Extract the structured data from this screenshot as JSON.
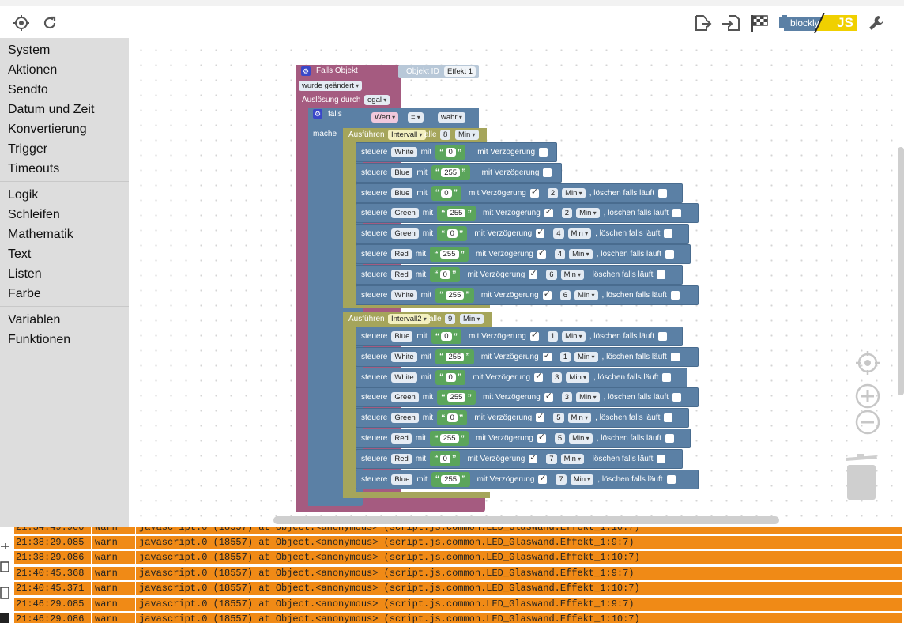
{
  "sidebar": {
    "groups": [
      [
        "System",
        "Aktionen",
        "Sendto",
        "Datum und Zeit",
        "Konvertierung",
        "Trigger",
        "Timeouts"
      ],
      [
        "Logik",
        "Schleifen",
        "Mathematik",
        "Text",
        "Listen",
        "Farbe"
      ],
      [
        "Variablen",
        "Funktionen"
      ]
    ]
  },
  "toolbar": {
    "lang_blockly": "blockly",
    "lang_js": "JS",
    "icons": [
      "target-icon",
      "refresh-icon",
      "export-icon",
      "import-icon",
      "checkered-flag-icon",
      "wrench-icon"
    ]
  },
  "event_block": {
    "title": "Falls Objekt",
    "objekt_id_label": "Objekt ID",
    "objekt_id_value": "Effekt 1",
    "trigger_dropdown": "wurde geändert",
    "ausloesung_label": "Auslösung durch",
    "ausloesung_value": "egal"
  },
  "if_block": {
    "label": "falls",
    "mache": "mache",
    "cond_left": "Wert",
    "cond_op": "=",
    "cond_right": "wahr"
  },
  "loops": [
    {
      "label": "Ausführen",
      "name": "Intervall",
      "alle": "alle",
      "value": "8",
      "unit": "Min",
      "rows": [
        {
          "target": "White",
          "value": "0",
          "checked": false
        },
        {
          "target": "Blue",
          "value": "255",
          "checked": false
        },
        {
          "target": "Blue",
          "value": "0",
          "checked": true,
          "delay": "2",
          "unit": "Min"
        },
        {
          "target": "Green",
          "value": "255",
          "checked": true,
          "delay": "2",
          "unit": "Min"
        },
        {
          "target": "Green",
          "value": "0",
          "checked": true,
          "delay": "4",
          "unit": "Min"
        },
        {
          "target": "Red",
          "value": "255",
          "checked": true,
          "delay": "4",
          "unit": "Min"
        },
        {
          "target": "Red",
          "value": "0",
          "checked": true,
          "delay": "6",
          "unit": "Min"
        },
        {
          "target": "White",
          "value": "255",
          "checked": true,
          "delay": "6",
          "unit": "Min"
        }
      ]
    },
    {
      "label": "Ausführen",
      "name": "Intervall2",
      "alle": "alle",
      "value": "9",
      "unit": "Min",
      "rows": [
        {
          "target": "Blue",
          "value": "0",
          "checked": true,
          "delay": "1",
          "unit": "Min"
        },
        {
          "target": "White",
          "value": "255",
          "checked": true,
          "delay": "1",
          "unit": "Min"
        },
        {
          "target": "White",
          "value": "0",
          "checked": true,
          "delay": "3",
          "unit": "Min"
        },
        {
          "target": "Green",
          "value": "255",
          "checked": true,
          "delay": "3",
          "unit": "Min"
        },
        {
          "target": "Green",
          "value": "0",
          "checked": true,
          "delay": "5",
          "unit": "Min"
        },
        {
          "target": "Red",
          "value": "255",
          "checked": true,
          "delay": "5",
          "unit": "Min"
        },
        {
          "target": "Red",
          "value": "0",
          "checked": true,
          "delay": "7",
          "unit": "Min"
        },
        {
          "target": "Blue",
          "value": "255",
          "checked": true,
          "delay": "7",
          "unit": "Min"
        }
      ]
    }
  ],
  "row_labels": {
    "steuere": "steuere",
    "mit": "mit",
    "mit_verzoegerung": "mit Verzögerung",
    "loeschen": ", löschen falls läuft"
  },
  "log": {
    "rows": [
      {
        "time": "21:38:29.085",
        "level": "warn",
        "message": "javascript.0 (18557) at Object.<anonymous> (script.js.common.LED_Glaswand.Effekt_1:9:7)"
      },
      {
        "time": "21:38:29.086",
        "level": "warn",
        "message": "javascript.0 (18557) at Object.<anonymous> (script.js.common.LED_Glaswand.Effekt_1:10:7)"
      },
      {
        "time": "21:40:45.368",
        "level": "warn",
        "message": "javascript.0 (18557) at Object.<anonymous> (script.js.common.LED_Glaswand.Effekt_1:9:7)"
      },
      {
        "time": "21:40:45.371",
        "level": "warn",
        "message": "javascript.0 (18557) at Object.<anonymous> (script.js.common.LED_Glaswand.Effekt_1:10:7)"
      },
      {
        "time": "21:46:29.085",
        "level": "warn",
        "message": "javascript.0 (18557) at Object.<anonymous> (script.js.common.LED_Glaswand.Effekt_1:9:7)"
      },
      {
        "time": "21:46:29.086",
        "level": "warn",
        "message": "javascript.0 (18557) at Object.<anonymous> (script.js.common.LED_Glaswand.Effekt_1:10:7)"
      }
    ]
  }
}
